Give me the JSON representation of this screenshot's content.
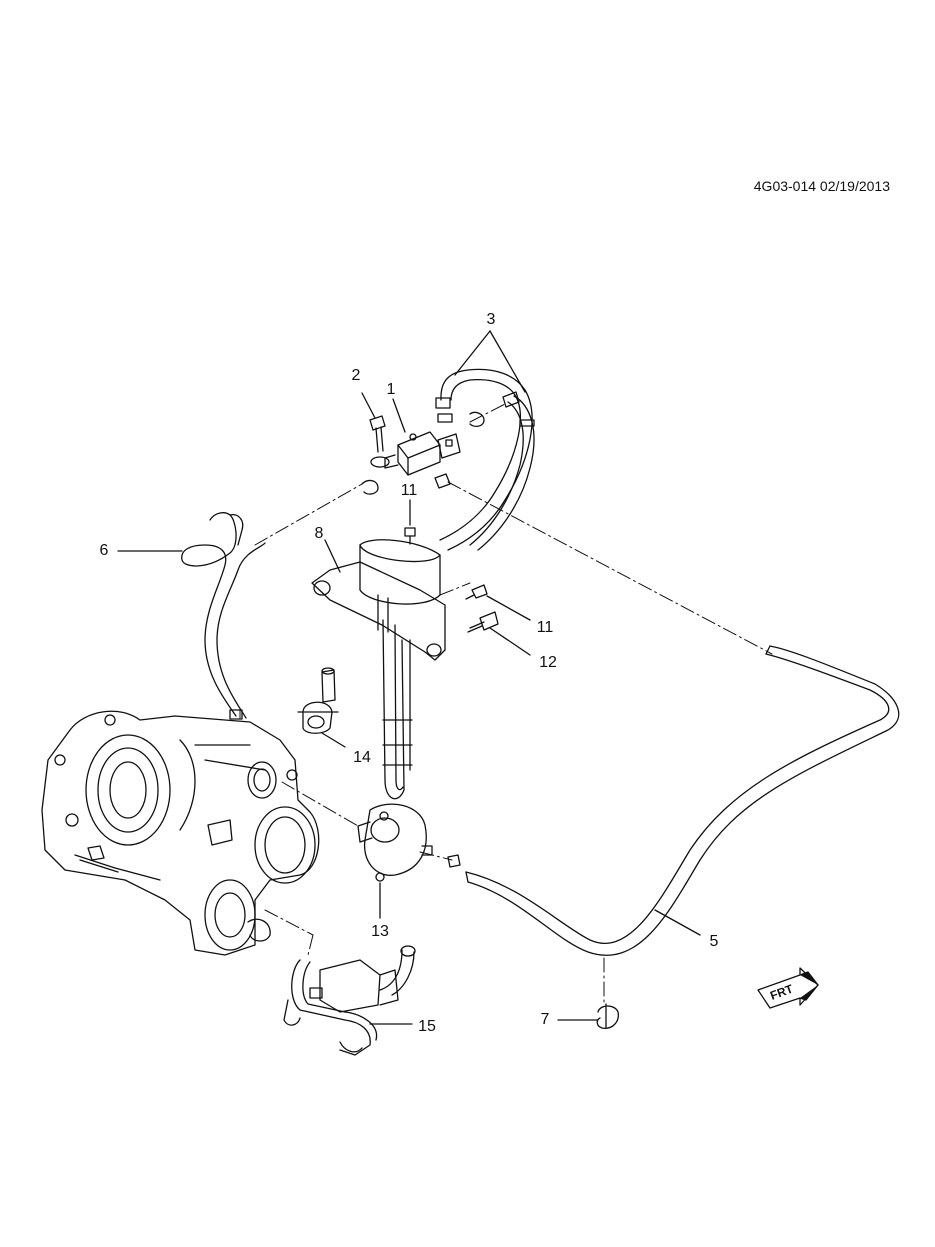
{
  "document": {
    "id_date": "4G03-014 02/19/2013"
  },
  "callouts": [
    {
      "key": "c1",
      "label": "1"
    },
    {
      "key": "c2",
      "label": "2"
    },
    {
      "key": "c3",
      "label": "3"
    },
    {
      "key": "c5",
      "label": "5"
    },
    {
      "key": "c6",
      "label": "6"
    },
    {
      "key": "c7",
      "label": "7"
    },
    {
      "key": "c8",
      "label": "8"
    },
    {
      "key": "c11a",
      "label": "11"
    },
    {
      "key": "c11b",
      "label": "11"
    },
    {
      "key": "c12",
      "label": "12"
    },
    {
      "key": "c13",
      "label": "13"
    },
    {
      "key": "c14",
      "label": "14"
    },
    {
      "key": "c15",
      "label": "15"
    }
  ],
  "front_arrow": {
    "label": "FRT"
  }
}
